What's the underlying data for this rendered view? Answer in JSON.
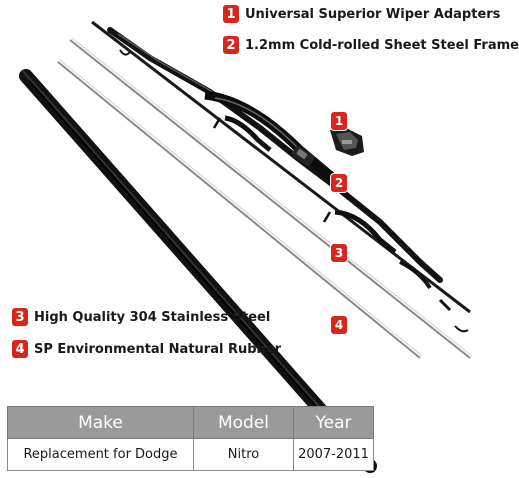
{
  "features": [
    {
      "num": "1",
      "text": "Universal Superior Wiper Adapters"
    },
    {
      "num": "2",
      "text": "1.2mm Cold-rolled Sheet Steel Frame"
    },
    {
      "num": "3",
      "text": "High Quality 304 Stainless Steel"
    },
    {
      "num": "4",
      "text": "SP Environmental Natural Rubber"
    }
  ],
  "callouts": [
    "1",
    "2",
    "3",
    "4"
  ],
  "table": {
    "headers": [
      "Make",
      "Model",
      "Year"
    ],
    "row": [
      "Replacement for Dodge",
      "Nitro",
      "2007-2011"
    ]
  },
  "colors": {
    "accent": "#d8261c",
    "header_bg": "#9a9a9a"
  },
  "icons": [
    "wiper-frame-icon",
    "adapter-icon",
    "steel-strip-icon",
    "rubber-blade-icon"
  ]
}
